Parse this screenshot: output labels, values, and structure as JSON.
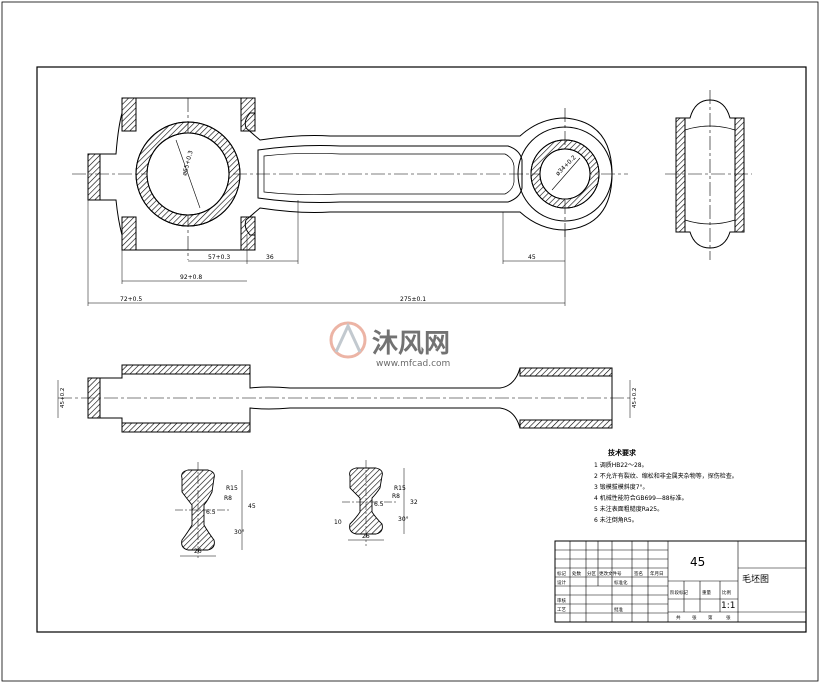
{
  "dimensions": {
    "d_big": "ø65+0.3",
    "d_small": "ø34+0.2",
    "d_57": "57+0.3",
    "d_36": "36",
    "d_45": "45",
    "d_92": "92+0.8",
    "d_72": "72+0.5",
    "d_275": "275±0.1",
    "left_side": "45+0.2",
    "right_side": "45+0.2"
  },
  "sections": {
    "left": {
      "r15": "R15",
      "r8": "R8",
      "deg": "30°",
      "w": "26",
      "h": "45",
      "s": "6.5"
    },
    "right": {
      "r15": "R15",
      "r8": "R8",
      "deg": "30°",
      "w": "26",
      "h": "32",
      "s": "6.5",
      "s2": "10"
    }
  },
  "requirements": {
    "title": "技术要求",
    "items": [
      "1  调质HB22～28。",
      "2  不允许有裂纹、缩松和非金属夹杂物等，探伤检查。",
      "3  锻模拔模斜度7°。",
      "4  机械性能符合GB699—88标准。",
      "5  未注表面粗糙度Ra25。",
      "6  未注倒角R5。"
    ]
  },
  "watermark": {
    "cn": "沐风网",
    "url": "www.mfcad.com"
  },
  "title_block": {
    "material": "45",
    "name": "毛坯图",
    "scale": "1:1",
    "header": [
      "标记",
      "处数",
      "分区",
      "更改文件号",
      "签名",
      "年月日"
    ],
    "rows": {
      "design": "设计",
      "standard": "标准化",
      "check": "审核",
      "process": "工艺",
      "approve": "批准"
    },
    "stage": "阶段标记",
    "weight": "重量",
    "ratio": "比例",
    "sheets": [
      "共",
      "张",
      "第",
      "张"
    ]
  }
}
